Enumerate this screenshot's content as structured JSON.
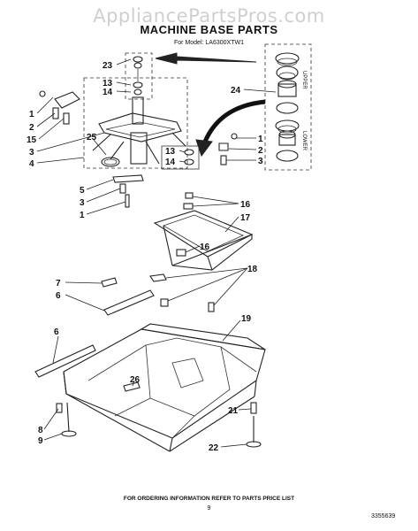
{
  "watermark": "AppliancePartsPros.com",
  "title": "MACHINE BASE PARTS",
  "subtitle": "For Model: LA6300XTW1",
  "labels": {
    "upper": "UPPER",
    "lower": "LOWER"
  },
  "callouts": {
    "c23": "23",
    "c13a": "13",
    "c14a": "14",
    "c24": "24",
    "c1a": "1",
    "c2a": "2",
    "c15": "15",
    "c3a": "3",
    "c4": "4",
    "c25": "25",
    "c13b": "13",
    "c14b": "14",
    "c1b": "1",
    "c2b": "2",
    "c3b": "3",
    "c5": "5",
    "c3c": "3",
    "c1c": "1",
    "c16a": "16",
    "c17": "17",
    "c16b": "16",
    "c18": "18",
    "c7": "7",
    "c6a": "6",
    "c19": "19",
    "c6b": "6",
    "c26": "26",
    "c21": "21",
    "c8": "8",
    "c9": "9",
    "c22": "22"
  },
  "footer": "FOR ORDERING INFORMATION REFER TO PARTS PRICE LIST",
  "page_number": "9",
  "document_number": "3355639"
}
